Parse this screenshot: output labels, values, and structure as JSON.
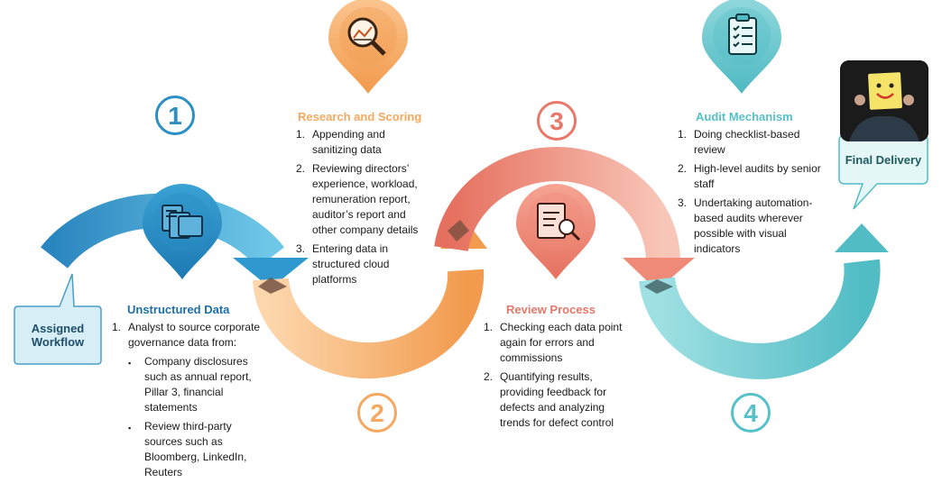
{
  "steps": [
    {
      "number": "1",
      "color": "#2b8fc3",
      "title": "Unstructured Data",
      "items": [
        {
          "n": "1.",
          "text": "Analyst to source corporate governance data from:",
          "sub": [
            "Company disclosures such as annual report, Pillar 3, financial statements",
            "Review third-party sources such as Bloomberg, LinkedIn, Reuters"
          ]
        }
      ]
    },
    {
      "number": "2",
      "color": "#f5a960",
      "title": "Research and Scoring",
      "items": [
        {
          "n": "1.",
          "text": "Appending and sanitizing data"
        },
        {
          "n": "2.",
          "text": "Reviewing directors’ experience, workload, remuneration report, auditor’s report and other company details"
        },
        {
          "n": "3.",
          "text": "Entering data in structured cloud platforms"
        }
      ]
    },
    {
      "number": "3",
      "color": "#e8786a",
      "title": "Review Process",
      "items": [
        {
          "n": "1.",
          "text": "Checking each data point again for errors and commissions"
        },
        {
          "n": "2.",
          "text": "Quantifying results, providing feedback for defects and analyzing trends for defect control"
        }
      ]
    },
    {
      "number": "4",
      "color": "#57c1c9",
      "title": "Audit Mechanism",
      "items": [
        {
          "n": "1.",
          "text": "Doing checklist-based review"
        },
        {
          "n": "2.",
          "text": "High-level audits by senior staff"
        },
        {
          "n": "3.",
          "text": "Undertaking automation-based audits wherever possible with visual indicators"
        }
      ]
    }
  ],
  "callouts": {
    "start": "Assigned Workflow",
    "end": "Final Delivery"
  },
  "icons": [
    "documents-folder-icon",
    "magnifier-chart-icon",
    "document-search-icon",
    "checklist-icon"
  ]
}
